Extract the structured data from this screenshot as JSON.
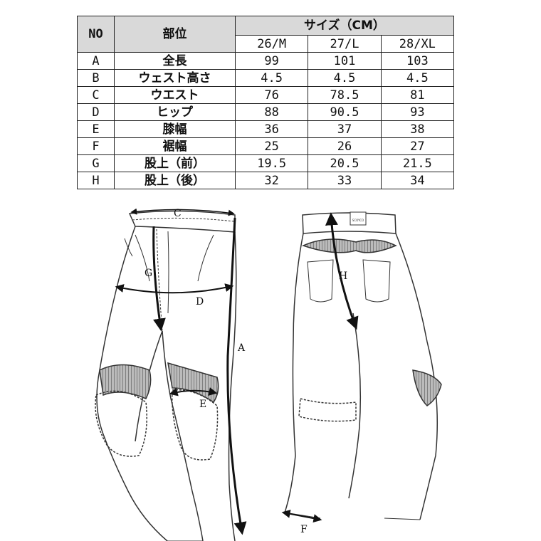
{
  "table": {
    "header_no": "NO",
    "header_part": "部位",
    "header_size": "サイズ（CM）",
    "sizes": [
      "26/M",
      "27/L",
      "28/XL"
    ],
    "rows": [
      {
        "no": "A",
        "part": "全長",
        "values": [
          "99",
          "101",
          "103"
        ]
      },
      {
        "no": "B",
        "part": "ウェスト高さ",
        "values": [
          "4.5",
          "4.5",
          "4.5"
        ]
      },
      {
        "no": "C",
        "part": "ウエスト",
        "values": [
          "76",
          "78.5",
          "81"
        ]
      },
      {
        "no": "D",
        "part": "ヒップ",
        "values": [
          "88",
          "90.5",
          "93"
        ]
      },
      {
        "no": "E",
        "part": "膝幅",
        "values": [
          "36",
          "37",
          "38"
        ]
      },
      {
        "no": "F",
        "part": "裾幅",
        "values": [
          "25",
          "26",
          "27"
        ]
      },
      {
        "no": "G",
        "part": "股上（前）",
        "values": [
          "19.5",
          "20.5",
          "21.5"
        ]
      },
      {
        "no": "H",
        "part": "股上（後）",
        "values": [
          "32",
          "33",
          "34"
        ]
      }
    ]
  },
  "diagram": {
    "labels": {
      "a": "A",
      "c": "C",
      "d": "D",
      "e": "E",
      "f": "F",
      "g": "G",
      "h": "H"
    },
    "brand": "SCOYCO"
  }
}
